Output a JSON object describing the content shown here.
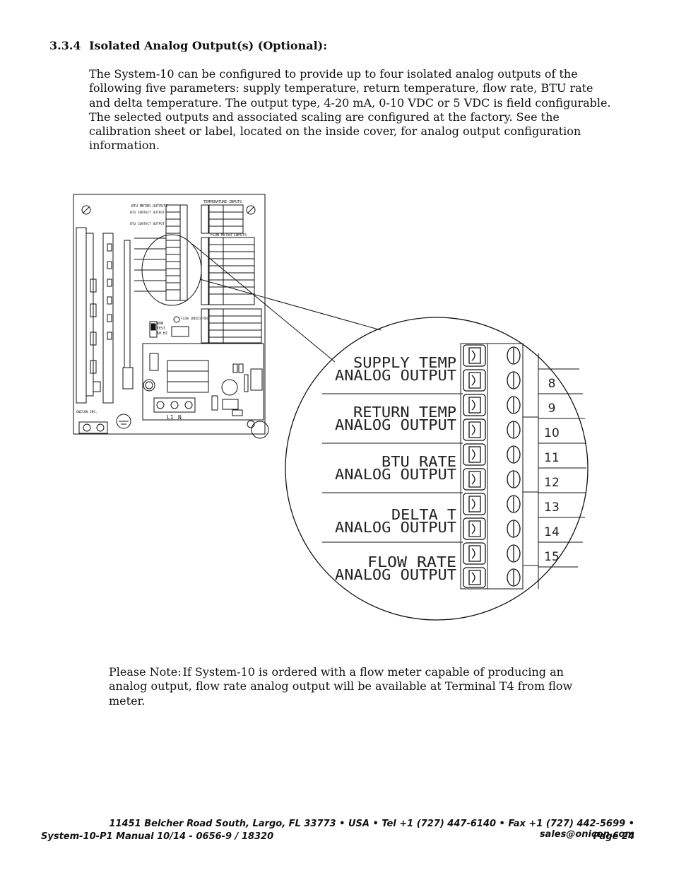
{
  "section": {
    "number": "3.3.4",
    "title": "Isolated Analog Output(s) (Optional):"
  },
  "body_text": "The System-10 can be configured to provide up to four isolated analog outputs of the following five parameters: supply temperature, return temperature, flow rate, BTU rate and delta temperature. The output type, 4-20 mA, 0-10 VDC or 5 VDC is field configurable. The selected outputs and associated scaling are configured at the factory. See the calibration sheet or label, located on the inside cover, for analog output configuration information.",
  "board": {
    "btu_meter_outputs": "BTU METER OUTPUTS",
    "btu_contact_1": "BTU CONTACT OUTPUT",
    "btu_contact_2": "BTU CONTACT OUTPUT",
    "temperature_inputs": "TEMPERATURE INPUTS",
    "flow_meter_inputs": "FLOW METER INPUTS",
    "flow_indicator": "FLOW INDICATOR",
    "switch_labels": [
      "RUN",
      "TEST",
      "60 HZ"
    ],
    "board_rev": "ONICON INC.",
    "line_label": "L1",
    "neutral_label": "N"
  },
  "zoom": {
    "outputs": [
      {
        "line1": "SUPPLY TEMP",
        "line2": "ANALOG OUTPUT"
      },
      {
        "line1": "RETURN TEMP",
        "line2": "ANALOG OUTPUT"
      },
      {
        "line1": "BTU RATE",
        "line2": "ANALOG OUTPUT"
      },
      {
        "line1": "DELTA T",
        "line2": "ANALOG OUTPUT"
      },
      {
        "line1": "FLOW RATE",
        "line2": "ANALOG OUTPUT"
      }
    ],
    "terminal_numbers": [
      "8",
      "9",
      "10",
      "11",
      "12",
      "13",
      "14",
      "15"
    ]
  },
  "note": {
    "label": "Please Note:",
    "text": "If System-10 is ordered with a flow meter capable of producing an analog output, flow rate analog output will be available at Terminal T4 from flow meter."
  },
  "footer": {
    "address": "11451 Belcher Road South, Largo, FL 33773 • USA • Tel +1 (727) 447-6140 • Fax +1 (727) 442-5699 • sales@onicon.com",
    "manual": "System-10-P1 Manual 10/14 - 0656-9 / 18320",
    "page": "Page    24"
  }
}
